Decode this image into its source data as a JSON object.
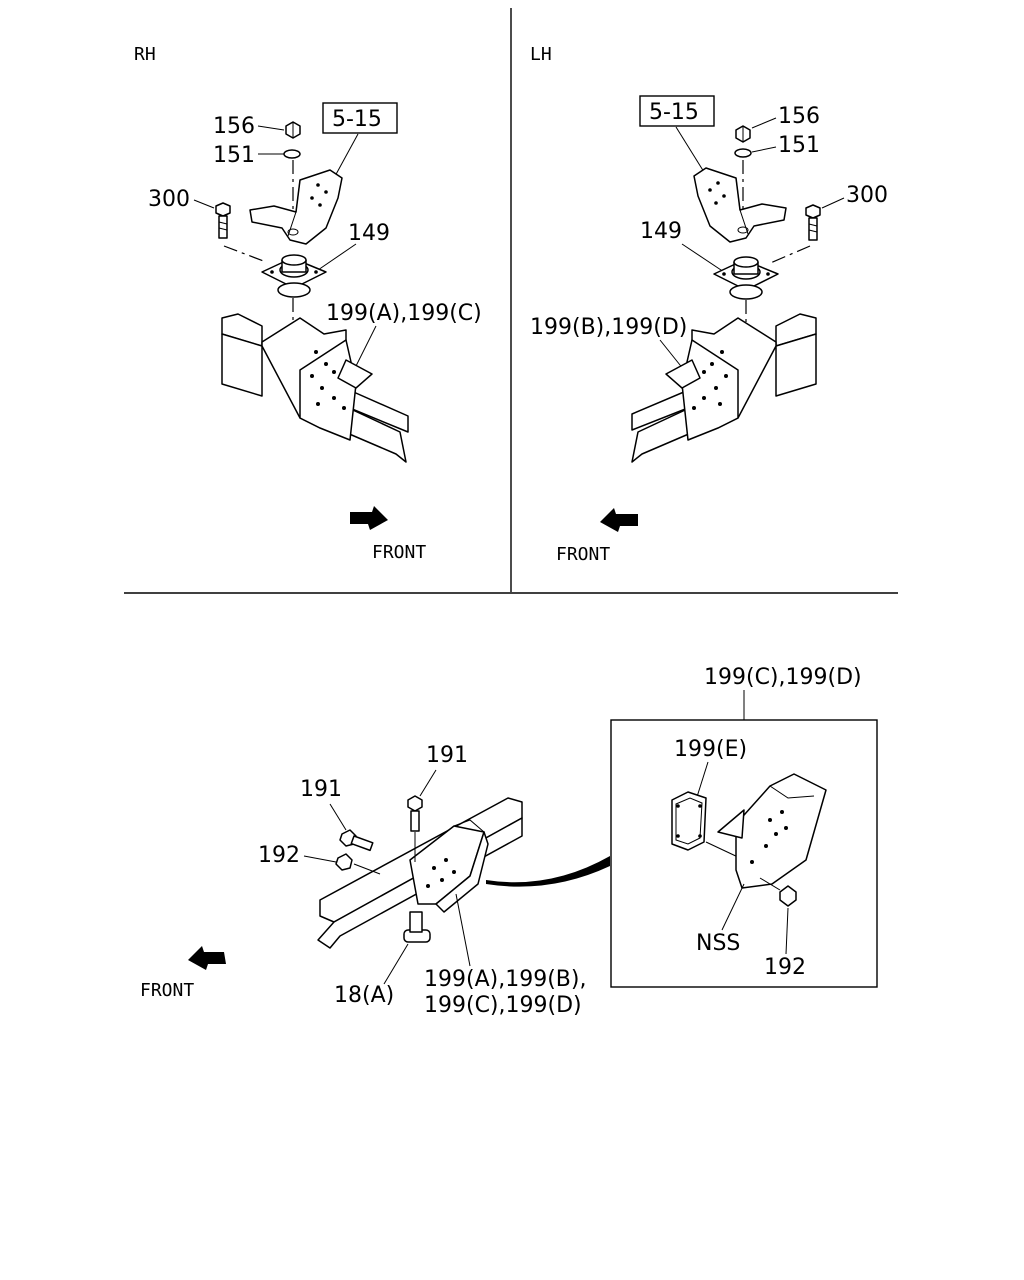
{
  "panels": {
    "rh": {
      "side_label": "RH",
      "front_label": "FRONT"
    },
    "lh": {
      "side_label": "LH",
      "front_label": "FRONT"
    },
    "bottom": {
      "front_label": "FRONT"
    }
  },
  "callouts": {
    "rh": {
      "ref_box": "5-15",
      "nut": "156",
      "washer": "151",
      "bolt": "300",
      "mount": "149",
      "bracket": "199(A),199(C)"
    },
    "lh": {
      "ref_box": "5-15",
      "nut": "156",
      "washer": "151",
      "bolt": "300",
      "mount": "149",
      "bracket": "199(B),199(D)"
    },
    "bottom": {
      "bolt_top": "191",
      "bolt_side": "191",
      "nut": "192",
      "plate": "18(A)",
      "bracket_line1": "199(A),199(B),",
      "bracket_line2": "199(C),199(D)",
      "detail_title": "199(C),199(D)",
      "detail_part": "199(E)",
      "detail_nss": "NSS",
      "detail_nut": "192"
    }
  }
}
